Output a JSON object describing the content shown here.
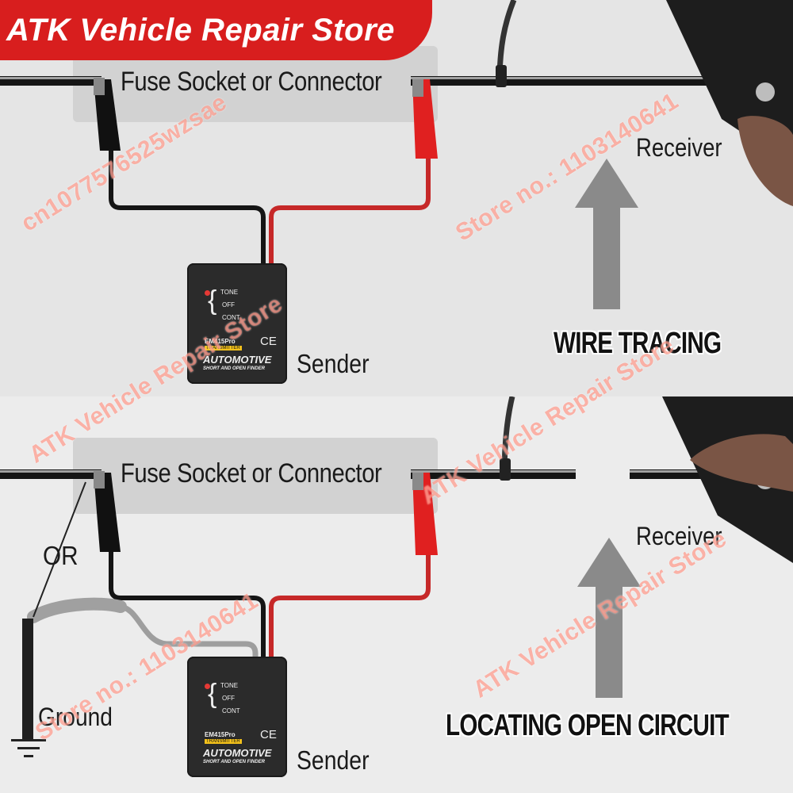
{
  "banner": {
    "title": "ATK Vehicle Repair Store",
    "color": "#d81e1e"
  },
  "top_panel": {
    "fuse_label": "Fuse Socket or Connector",
    "receiver_label": "Receiver",
    "sender_label": "Sender",
    "caption": "WIRE TRACING",
    "device": {
      "switch_tone": "TONE",
      "switch_off": "OFF",
      "switch_cont": "CONT",
      "model": "EM415Pro",
      "badge": "TRANSMITTER",
      "ce": "CE",
      "brand": "AUTOMOTIVE",
      "subtitle": "SHORT AND OPEN FINDER"
    }
  },
  "bottom_panel": {
    "fuse_label": "Fuse Socket or Connector",
    "receiver_label": "Receiver",
    "sender_label": "Sender",
    "or_label": "OR",
    "ground_label": "Ground",
    "caption": "LOCATING OPEN CIRCUIT",
    "device": {
      "switch_tone": "TONE",
      "switch_off": "OFF",
      "switch_cont": "CONT",
      "model": "EM415Pro",
      "badge": "TRANSMITTER",
      "ce": "CE",
      "brand": "AUTOMOTIVE",
      "subtitle": "SHORT AND OPEN FINDER"
    }
  },
  "watermarks": {
    "store_id": "cn1077576525wzsae",
    "store_no": "Store no.: 1103140641",
    "store_name": "ATK Vehicle Repair Store"
  },
  "colors": {
    "wire_black": "#151515",
    "wire_red": "#d42626",
    "clip_red": "#e02020",
    "device": "#2a2a2a",
    "arrow": "#8a8a8a"
  }
}
